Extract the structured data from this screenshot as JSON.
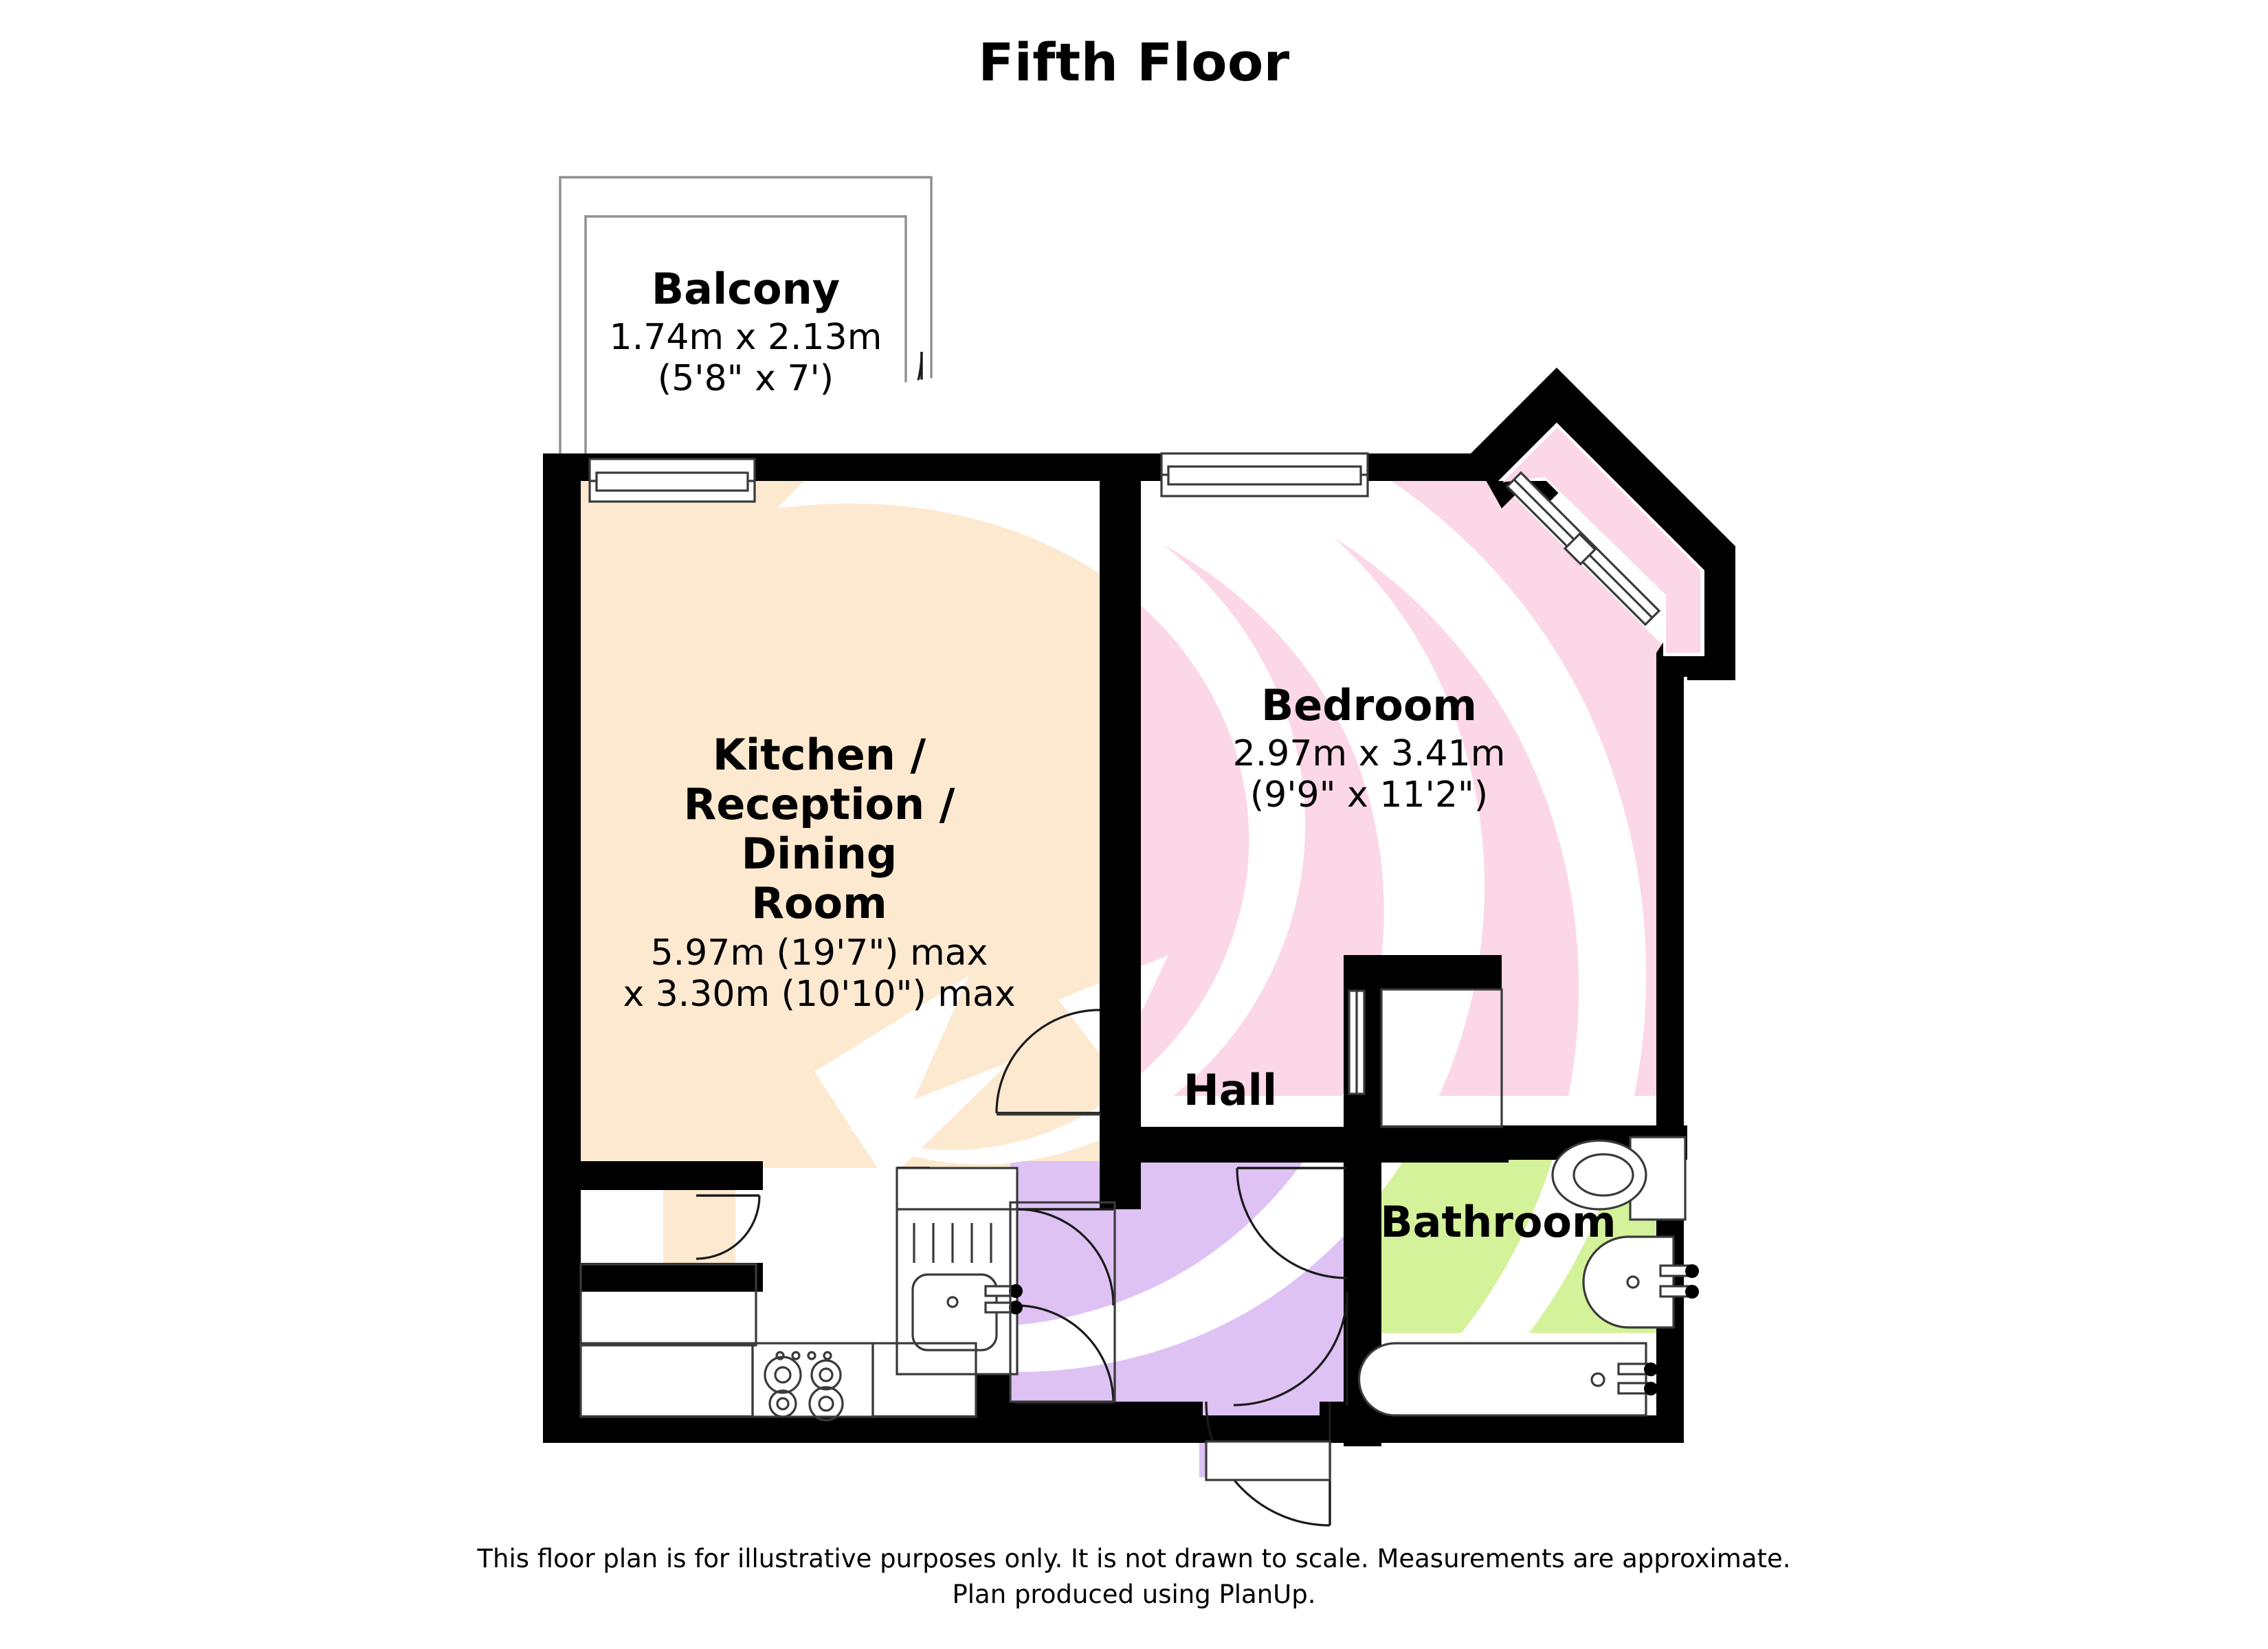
{
  "title": "Fifth Floor",
  "footer": {
    "line1": "This floor plan is for illustrative purposes only. It is not drawn to scale. Measurements are approximate.",
    "line2": "Plan produced using PlanUp."
  },
  "colors": {
    "wall": "#000000",
    "kitchen_fill": "#FCE9CF",
    "bedroom_fill": "#FBD7E7",
    "hall_fill": "#DEC2F4",
    "bathroom_fill": "#D4F29A",
    "background": "#FFFFFF",
    "fixture_stroke": "#3A3A3A",
    "balcony_stroke": "#8F8F8F"
  },
  "rooms": [
    {
      "id": "balcony",
      "name": "Balcony",
      "dim_metric": "1.74m x 2.13m",
      "dim_imperial": "(5'8\" x 7')",
      "fill": "#FFFFFF"
    },
    {
      "id": "kitchen",
      "name_lines": [
        "Kitchen /",
        "Reception /",
        "Dining",
        "Room"
      ],
      "name": "Kitchen / Reception / Dining Room",
      "dim_line1": "5.97m (19'7\") max",
      "dim_line2": "x 3.30m (10'10\") max",
      "fill": "#FCE9CF"
    },
    {
      "id": "bedroom",
      "name": "Bedroom",
      "dim_metric": "2.97m x 3.41m",
      "dim_imperial": "(9'9\" x 11'2\")",
      "fill": "#FBD7E7"
    },
    {
      "id": "hall",
      "name": "Hall",
      "dim_metric": "",
      "dim_imperial": "",
      "fill": "#DEC2F4"
    },
    {
      "id": "bathroom",
      "name": "Bathroom",
      "dim_metric": "",
      "dim_imperial": "",
      "fill": "#D4F29A"
    }
  ],
  "fixtures": [
    {
      "id": "kitchen-sink",
      "label": "kitchen sink with drainer"
    },
    {
      "id": "hob",
      "label": "four ring hob"
    },
    {
      "id": "toilet",
      "label": "toilet"
    },
    {
      "id": "basin",
      "label": "wash basin"
    },
    {
      "id": "bathtub",
      "label": "bath tub"
    }
  ],
  "openings": [
    {
      "id": "window-kitchen-north",
      "type": "window"
    },
    {
      "id": "window-bedroom-north",
      "type": "window"
    },
    {
      "id": "window-bedroom-bay",
      "type": "window"
    },
    {
      "id": "door-balcony",
      "type": "door"
    },
    {
      "id": "door-kitchen-hall",
      "type": "door"
    },
    {
      "id": "door-cupboard",
      "type": "door"
    },
    {
      "id": "door-bedroom",
      "type": "door"
    },
    {
      "id": "door-bathroom",
      "type": "door"
    },
    {
      "id": "door-storage",
      "type": "door"
    },
    {
      "id": "door-entrance",
      "type": "door"
    }
  ]
}
